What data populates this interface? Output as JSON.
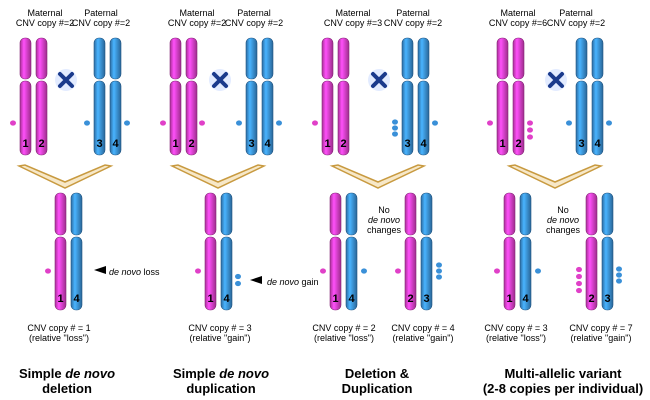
{
  "panels": [
    {
      "maternal_label": "Maternal",
      "maternal_cnv": "CNV copy #=2",
      "paternal_label": "Paternal",
      "paternal_cnv": "CNV copy #=2",
      "parent_numbers": [
        "1",
        "2",
        "3",
        "4"
      ],
      "offspring": [
        {
          "numbers": [
            "1",
            "4"
          ],
          "cnv": "CNV copy # = 1",
          "relative": "(relative \"loss\")"
        }
      ],
      "annotation": {
        "italic": "de novo",
        "text": " loss"
      },
      "title_line1_prefix": "Simple ",
      "title_line1_italic": "de novo",
      "title_line2": "deletion"
    },
    {
      "maternal_label": "Maternal",
      "maternal_cnv": "CNV copy #=2",
      "paternal_label": "Paternal",
      "paternal_cnv": "CNV copy #=2",
      "parent_numbers": [
        "1",
        "2",
        "3",
        "4"
      ],
      "offspring": [
        {
          "numbers": [
            "1",
            "4"
          ],
          "cnv": "CNV copy # = 3",
          "relative": "(relative \"gain\")"
        }
      ],
      "annotation": {
        "italic": "de novo",
        "text": " gain"
      },
      "title_line1_prefix": "Simple ",
      "title_line1_italic": "de novo",
      "title_line2": "duplication"
    },
    {
      "maternal_label": "Maternal",
      "maternal_cnv": "CNV copy #=3",
      "paternal_label": "Paternal",
      "paternal_cnv": "CNV copy #=2",
      "parent_numbers": [
        "1",
        "2",
        "3",
        "4"
      ],
      "offspring": [
        {
          "numbers": [
            "1",
            "4"
          ],
          "cnv": "CNV copy # = 2",
          "relative": "(relative \"loss\")"
        },
        {
          "numbers": [
            "2",
            "3"
          ],
          "cnv": "CNV copy # = 4",
          "relative": "(relative \"gain\")"
        }
      ],
      "no_change": {
        "line1": "No",
        "italic": "de novo",
        "line3": "changes"
      },
      "title_line1": "Deletion &",
      "title_line2": "Duplication"
    },
    {
      "maternal_label": "Maternal",
      "maternal_cnv": "CNV copy #=6",
      "paternal_label": "Paternal",
      "paternal_cnv": "CNV copy #=2",
      "parent_numbers": [
        "1",
        "2",
        "3",
        "4"
      ],
      "offspring": [
        {
          "numbers": [
            "1",
            "4"
          ],
          "cnv": "CNV copy # = 3",
          "relative": "(relative \"loss\")"
        },
        {
          "numbers": [
            "2",
            "3"
          ],
          "cnv": "CNV copy # = 7",
          "relative": "(relative \"gain\")"
        }
      ],
      "no_change": {
        "line1": "No",
        "italic": "de novo",
        "line3": "changes"
      },
      "title_line1": "Multi-allelic variant",
      "title_line2": "(2-8 copies per individual)"
    }
  ],
  "colors": {
    "maternal": "#e040c8",
    "paternal": "#3a90d8",
    "cross": "#1a3a8c",
    "arrow": "#c89a40"
  },
  "icons": [
    "cross-icon",
    "chevron-arrow-icon"
  ]
}
